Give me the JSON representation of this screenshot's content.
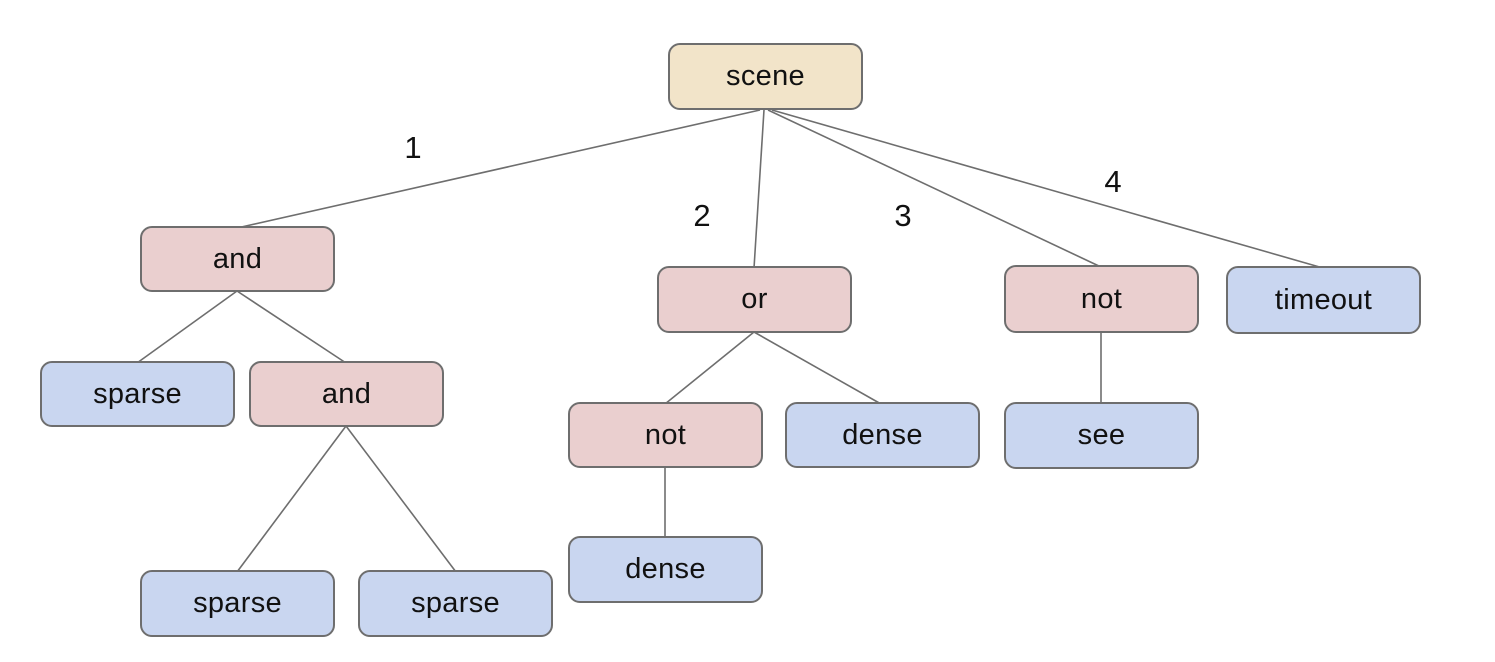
{
  "diagram": {
    "colors": {
      "root_fill": "#f2e4c9",
      "operator_fill": "#eacfcf",
      "leaf_fill": "#c9d6f0",
      "node_border": "#6e6e6e",
      "edge_stroke": "#6e6e6e",
      "background": "#ffffff",
      "text": "#111111"
    },
    "tree": {
      "root": {
        "label": "scene",
        "children": [
          {
            "edge_label": "1",
            "label": "and",
            "children": [
              {
                "label": "sparse",
                "children": []
              },
              {
                "label": "and",
                "children": [
                  {
                    "label": "sparse",
                    "children": []
                  },
                  {
                    "label": "sparse",
                    "children": []
                  }
                ]
              }
            ]
          },
          {
            "edge_label": "2",
            "label": "or",
            "children": [
              {
                "label": "not",
                "children": [
                  {
                    "label": "dense",
                    "children": []
                  }
                ]
              },
              {
                "label": "dense",
                "children": []
              }
            ]
          },
          {
            "edge_label": "3",
            "label": "not",
            "children": [
              {
                "label": "see",
                "children": []
              }
            ]
          },
          {
            "edge_label": "4",
            "label": "timeout",
            "children": []
          }
        ]
      }
    }
  }
}
